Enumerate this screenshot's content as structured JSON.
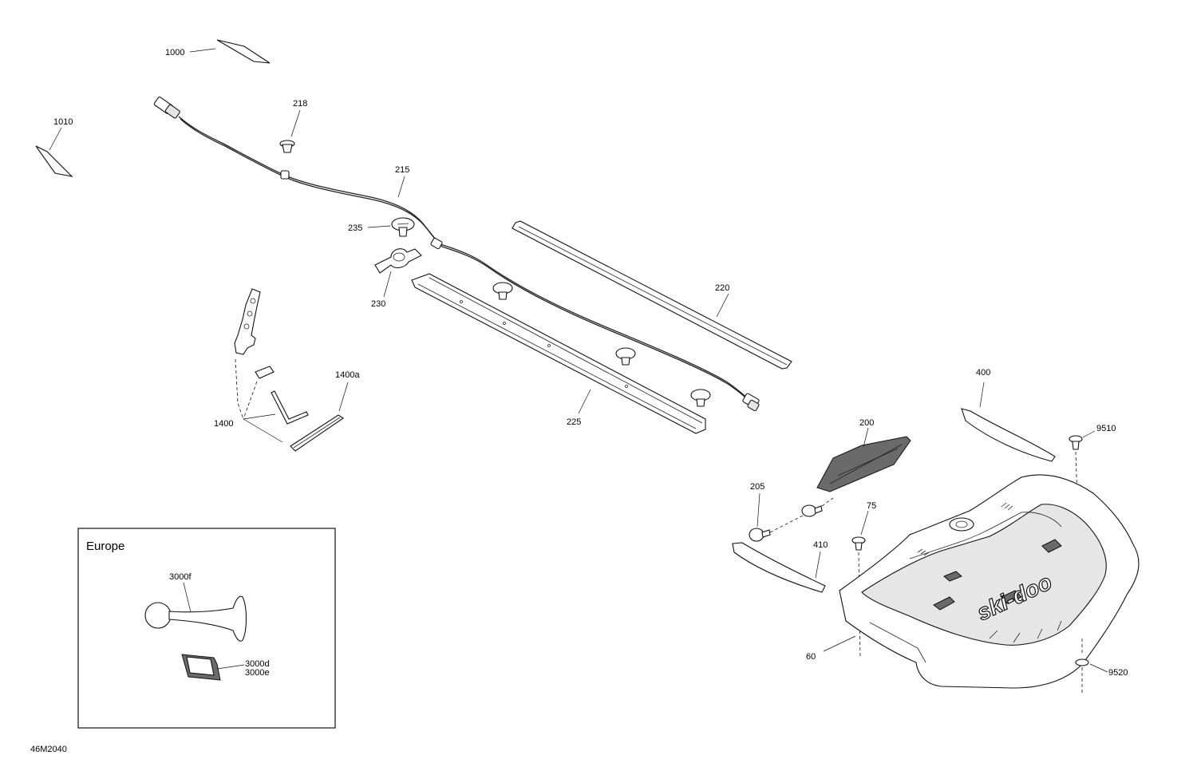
{
  "callouts": {
    "p1000": "1000",
    "p1010": "1010",
    "p218": "218",
    "p215": "215",
    "p235": "235",
    "p230": "230",
    "p220": "220",
    "p225": "225",
    "p1400": "1400",
    "p1400a": "1400a",
    "p400": "400",
    "p200": "200",
    "p9510": "9510",
    "p205": "205",
    "p75": "75",
    "p410": "410",
    "p60": "60",
    "p9520": "9520",
    "p3000f": "3000f",
    "p3000d": "3000d",
    "p3000e": "3000e"
  },
  "inset": {
    "title": "Europe"
  },
  "brand_text": "ski-doo",
  "figure_code": "46M2040"
}
